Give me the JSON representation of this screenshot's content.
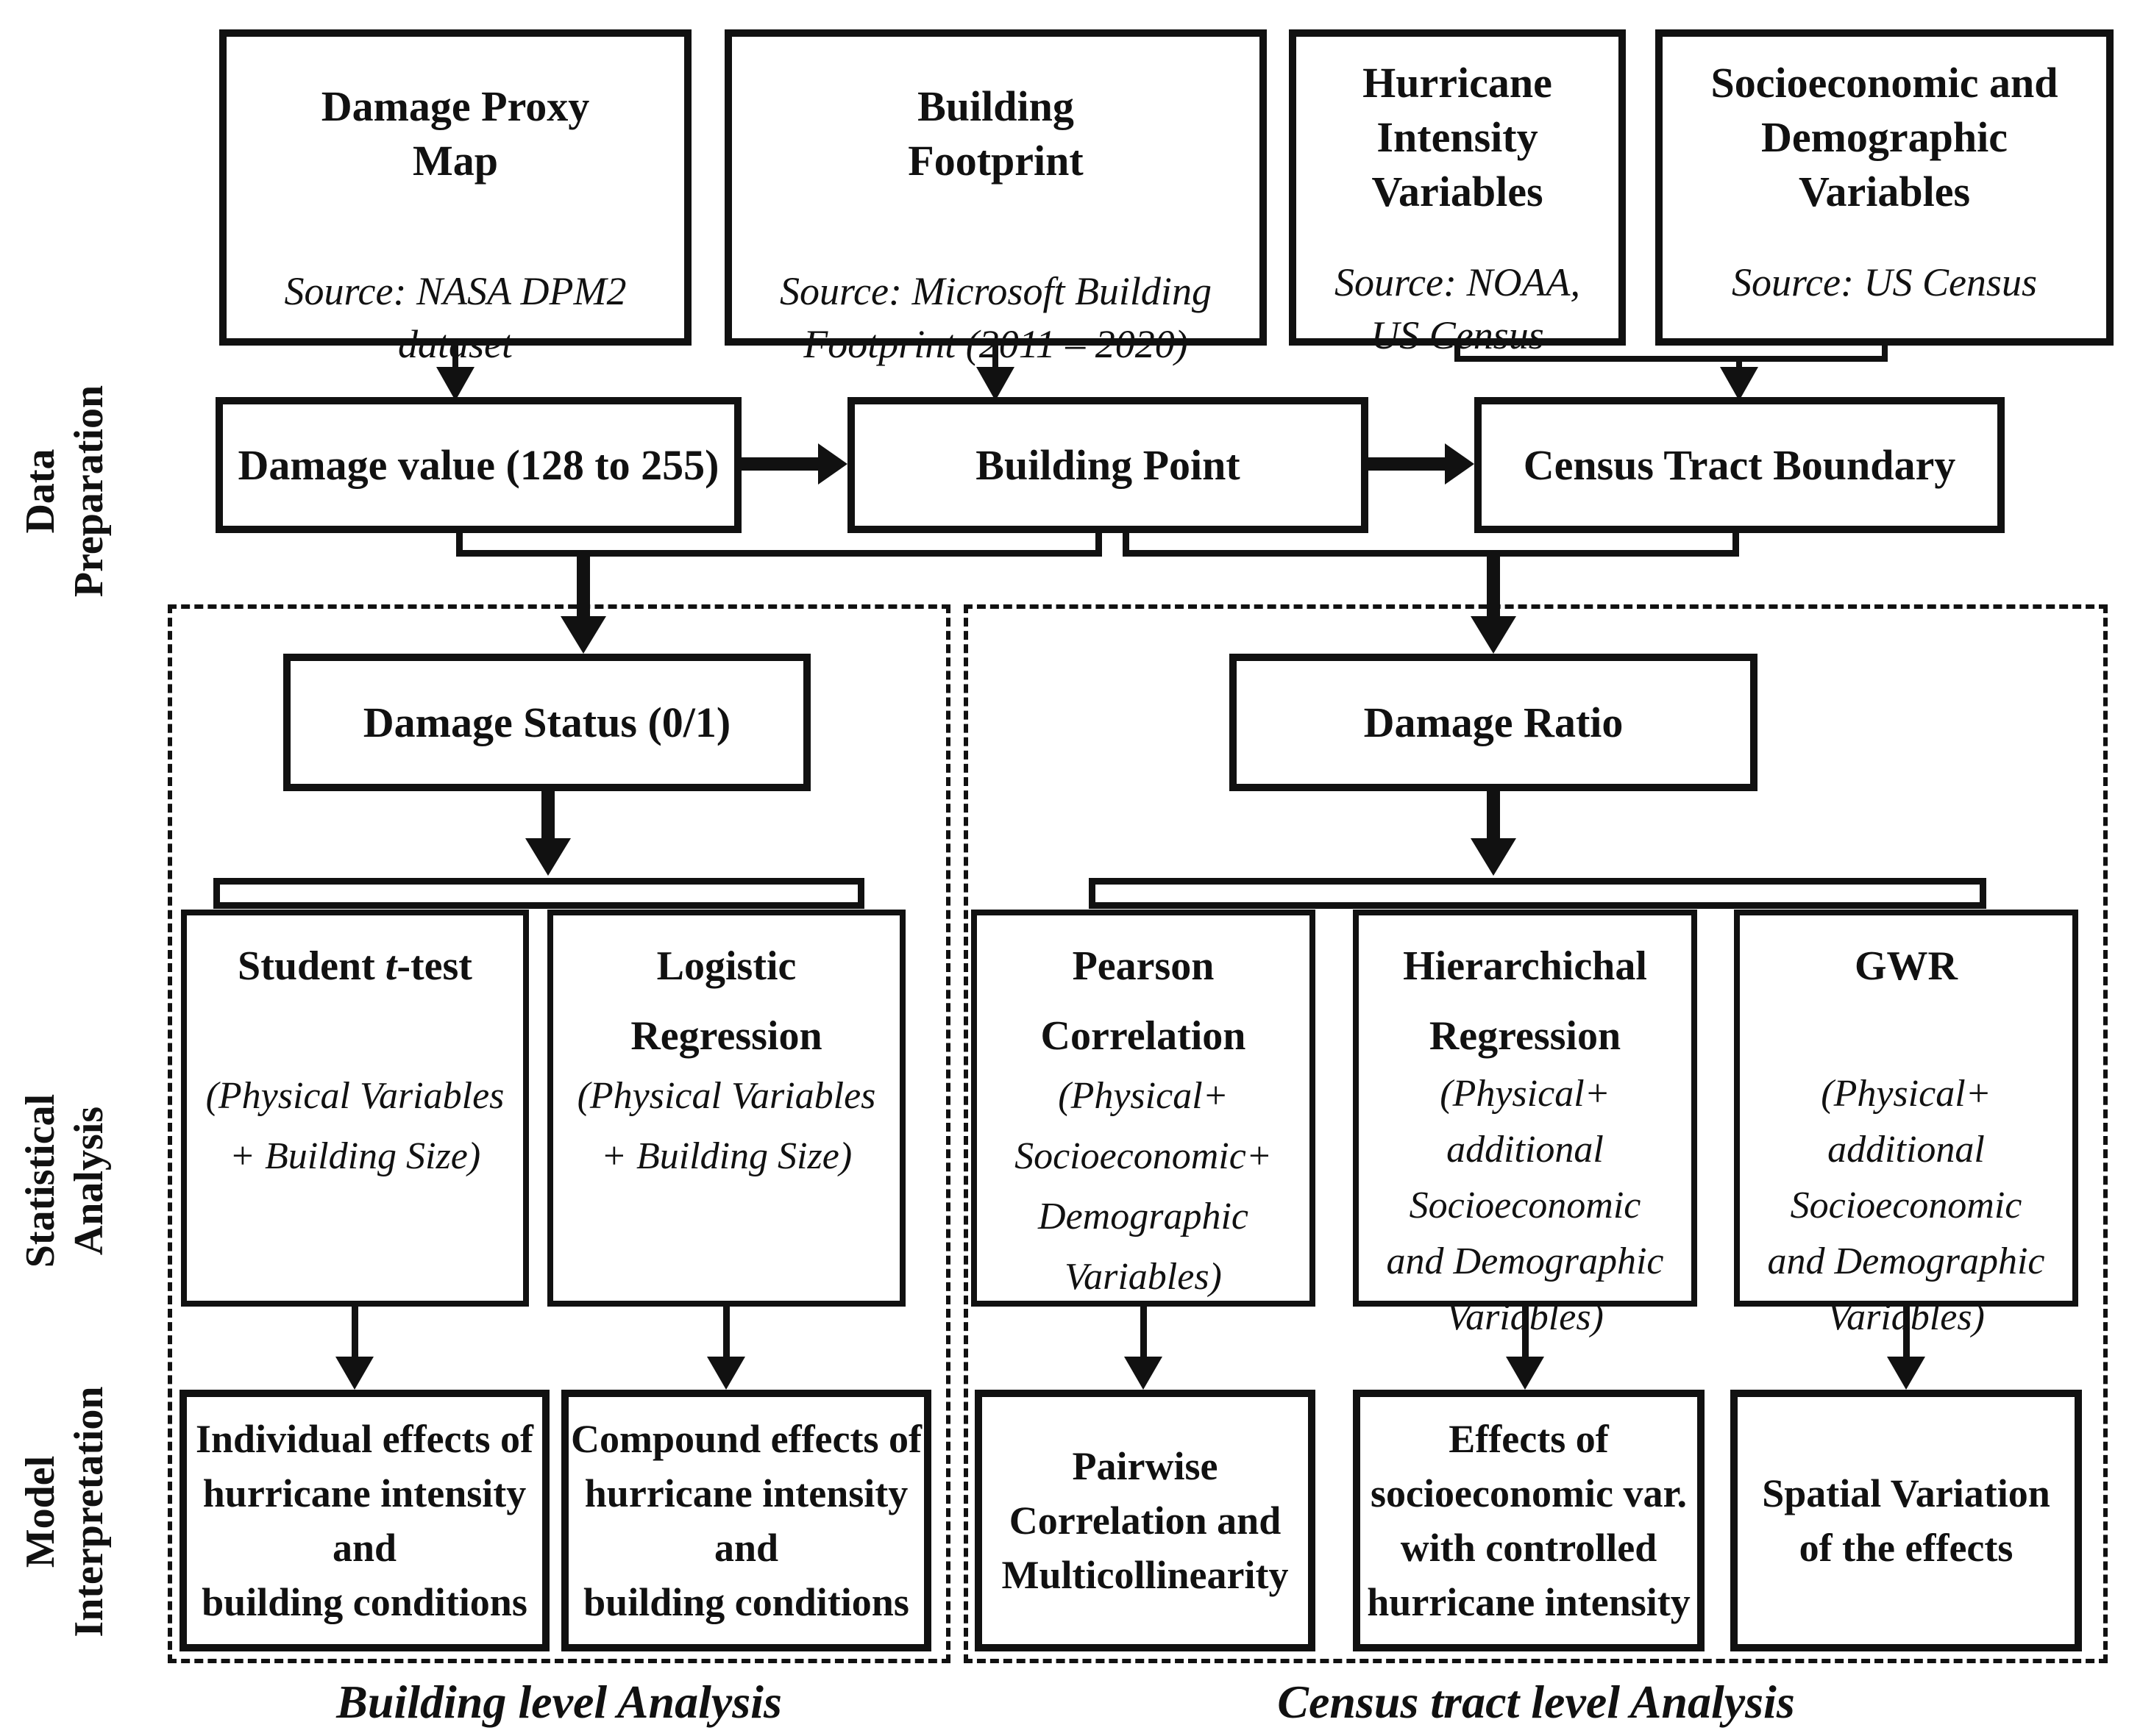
{
  "side_labels": [
    {
      "lines": [
        "Data",
        "Preparation"
      ]
    },
    {
      "lines": [
        "Statistical",
        "Analysis"
      ]
    },
    {
      "lines": [
        "Model",
        "Interpretation"
      ]
    }
  ],
  "sources": [
    {
      "title": [
        "Damage Proxy",
        "Map"
      ],
      "source": [
        "Source: NASA DPM2",
        "dataset"
      ]
    },
    {
      "title": [
        "Building",
        "Footprint"
      ],
      "source": [
        "Source: Microsoft Building",
        "Footprint (2011 – 2020)"
      ]
    },
    {
      "title": [
        "Hurricane",
        "Intensity",
        "Variables"
      ],
      "source": [
        "Source: NOAA,",
        "US Census"
      ]
    },
    {
      "title": [
        "Socioeconomic and",
        "Demographic",
        "Variables"
      ],
      "source": [
        "Source: US Census"
      ]
    }
  ],
  "prepared": [
    {
      "label": "Damage value (128 to 255)"
    },
    {
      "label": "Building Point"
    },
    {
      "label": "Census Tract Boundary"
    }
  ],
  "building_level": {
    "node": "Damage Status (0/1)",
    "stats": [
      {
        "title_pre": "Student ",
        "title_italic": "t",
        "title_post": "-test",
        "subtitle": [
          "(Physical Variables",
          "+ Building Size)"
        ]
      },
      {
        "title": [
          "Logistic",
          "Regression"
        ],
        "subtitle": [
          "(Physical Variables",
          "+ Building Size)"
        ]
      }
    ],
    "interpretation": [
      {
        "text": [
          "Individual effects of",
          "hurricane intensity",
          "and",
          "building conditions"
        ]
      },
      {
        "text": [
          "Compound effects of",
          "hurricane intensity",
          "and",
          "building conditions"
        ]
      }
    ],
    "caption": "Building level Analysis"
  },
  "census_level": {
    "node": "Damage Ratio",
    "stats": [
      {
        "title": [
          "Pearson",
          "Correlation"
        ],
        "subtitle": [
          "(Physical+",
          "Socioeconomic+",
          "Demographic",
          "Variables)"
        ]
      },
      {
        "title": [
          "Hierarchichal",
          "Regression"
        ],
        "subtitle": [
          "(Physical+",
          "additional",
          "Socioeconomic",
          "and Demographic",
          "Variables)"
        ]
      },
      {
        "title": [
          "GWR"
        ],
        "subtitle": [
          "(Physical+",
          "additional",
          "Socioeconomic",
          "and Demographic",
          "Variables)"
        ]
      }
    ],
    "interpretation": [
      {
        "text": [
          "Pairwise",
          "Correlation and",
          "Multicollinearity"
        ]
      },
      {
        "text": [
          "Effects of",
          "socioeconomic var.",
          "with controlled",
          "hurricane intensity"
        ]
      },
      {
        "text": [
          "Spatial Variation",
          "of the effects"
        ]
      }
    ],
    "caption": "Census tract level Analysis"
  }
}
